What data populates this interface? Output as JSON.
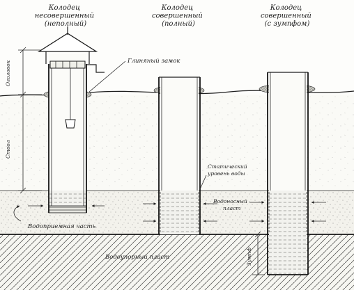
{
  "wells": [
    {
      "title": [
        "Колодец",
        "несовершенный",
        "(неполный)"
      ]
    },
    {
      "title": [
        "Колодец",
        "совершенный",
        "(полный)"
      ]
    },
    {
      "title": [
        "Колодец",
        "совершенный",
        "(с зумпфом)"
      ]
    }
  ],
  "labels": {
    "clay_lock": "Глиняный замок",
    "static_level": [
      "Статический",
      "уровень воды"
    ],
    "aquifer": [
      "Водоносный",
      "пласт"
    ],
    "intake": "Водоприемная часть",
    "aquiclude": "Водоупорный пласт",
    "head": "Оголовок",
    "shaft": "Ствол",
    "sump": "Зумпф"
  }
}
